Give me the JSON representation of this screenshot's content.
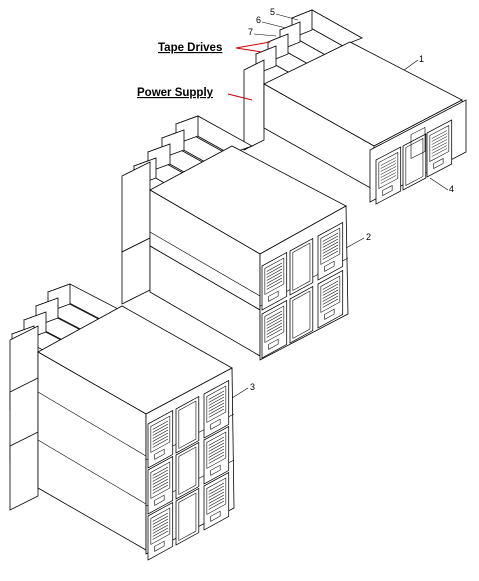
{
  "labels": {
    "tape_drives": "Tape Drives",
    "power_supply": "Power Supply"
  },
  "callouts": [
    "1",
    "2",
    "3",
    "4",
    "5",
    "6",
    "7"
  ],
  "colors": {
    "leader_red": "#cc0000",
    "line": "#000000"
  }
}
